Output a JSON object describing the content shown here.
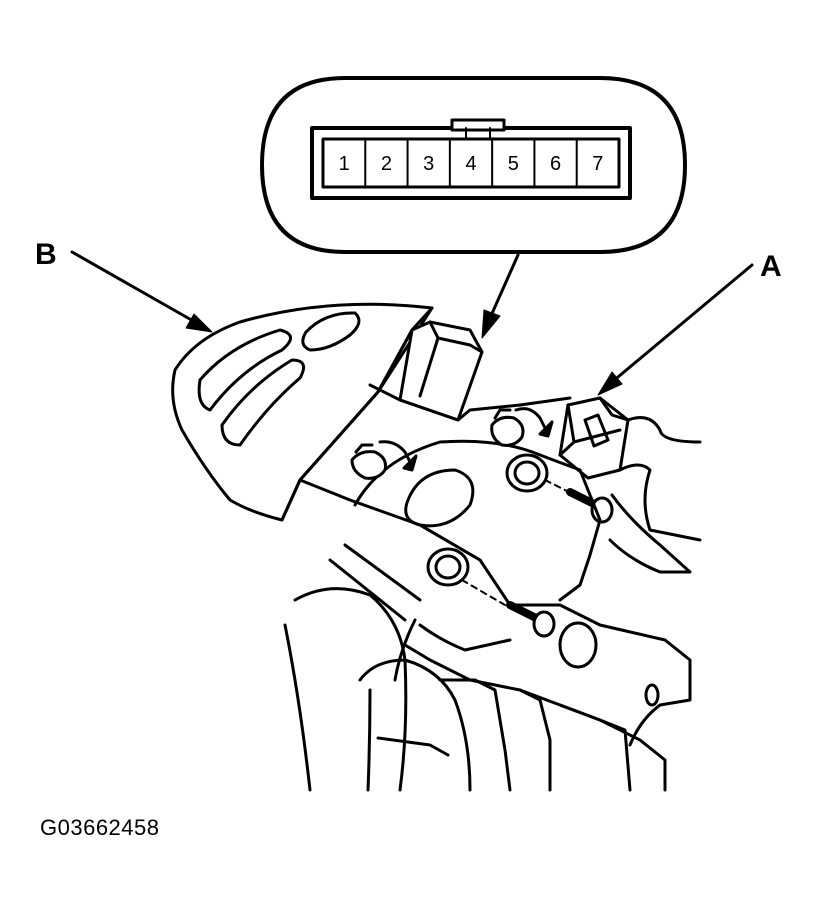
{
  "connector_inset": {
    "pins": [
      "1",
      "2",
      "3",
      "4",
      "5",
      "6",
      "7"
    ]
  },
  "callouts": {
    "a": "A",
    "b": "B"
  },
  "figure_id": "G03662458"
}
